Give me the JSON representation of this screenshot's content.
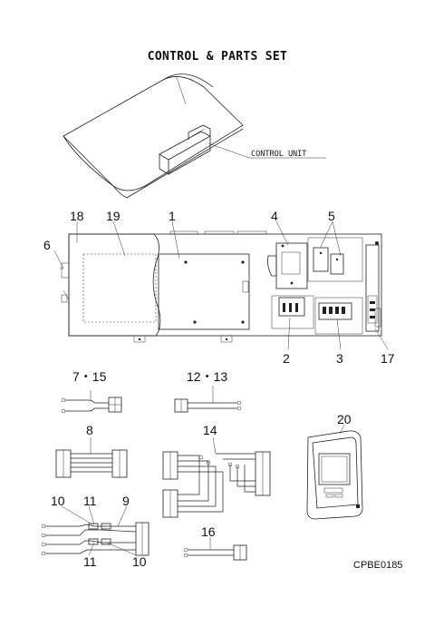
{
  "title": "CONTROL & PARTS SET",
  "control_unit_label": "CONTROL UNIT",
  "callouts": {
    "c1": "1",
    "c2": "2",
    "c3": "3",
    "c4": "4",
    "c5": "5",
    "c6": "6",
    "c7_15": "7・15",
    "c8": "8",
    "c9": "9",
    "c10a": "10",
    "c10b": "10",
    "c11a": "11",
    "c11b": "11",
    "c12_13": "12・13",
    "c14": "14",
    "c16": "16",
    "c17": "17",
    "c18": "18",
    "c19": "19",
    "c20": "20"
  },
  "figure_code": "CPBE0185"
}
